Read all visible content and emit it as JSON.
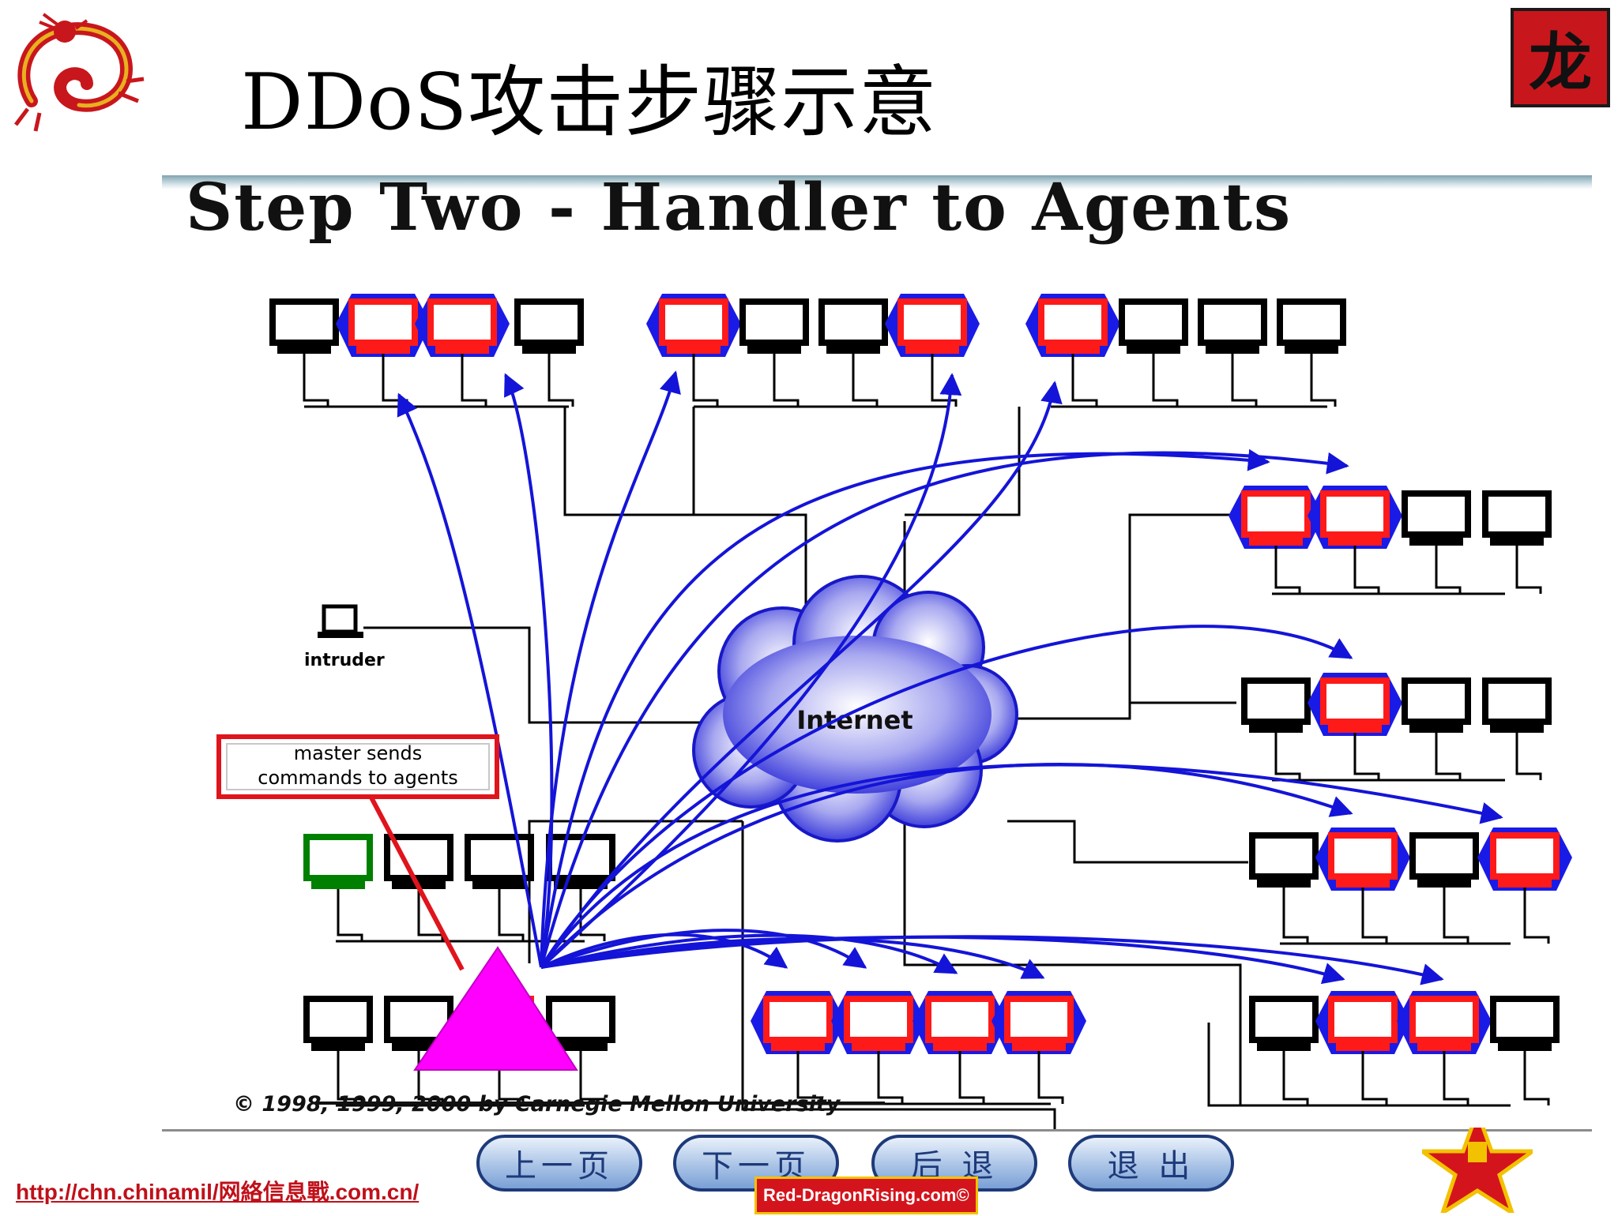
{
  "slide": {
    "title": "DDoS攻击步骤示意"
  },
  "diagram": {
    "title": "Step Two - Handler to Agents",
    "intruder_label": "intruder",
    "callout": {
      "line1": "master sends",
      "line2": "commands to agents"
    },
    "cloud_label": "Internet",
    "copyright": "© 1998, 1999, 2000 by Carnegie Mellon University"
  },
  "seal": {
    "glyph": "龙"
  },
  "nav": {
    "prev": "上一页",
    "next": "下一页",
    "back": "后 退",
    "exit": "退 出"
  },
  "footer": {
    "url": "http://chn.chinamil/网絡信息戰.com.cn/",
    "badge": "Red-DragonRising.com©"
  },
  "colors": {
    "agent_red": "#ff1a1a",
    "agent_blue": "#1a1ae6",
    "arrow_blue": "#1414d8",
    "master_magenta": "#ff00ff",
    "callout_red": "#e0141c",
    "handler_green": "#008000"
  },
  "icons": [
    "dragon-logo-icon",
    "computer-icon",
    "laptop-icon",
    "cloud-icon",
    "star-emblem-icon"
  ]
}
